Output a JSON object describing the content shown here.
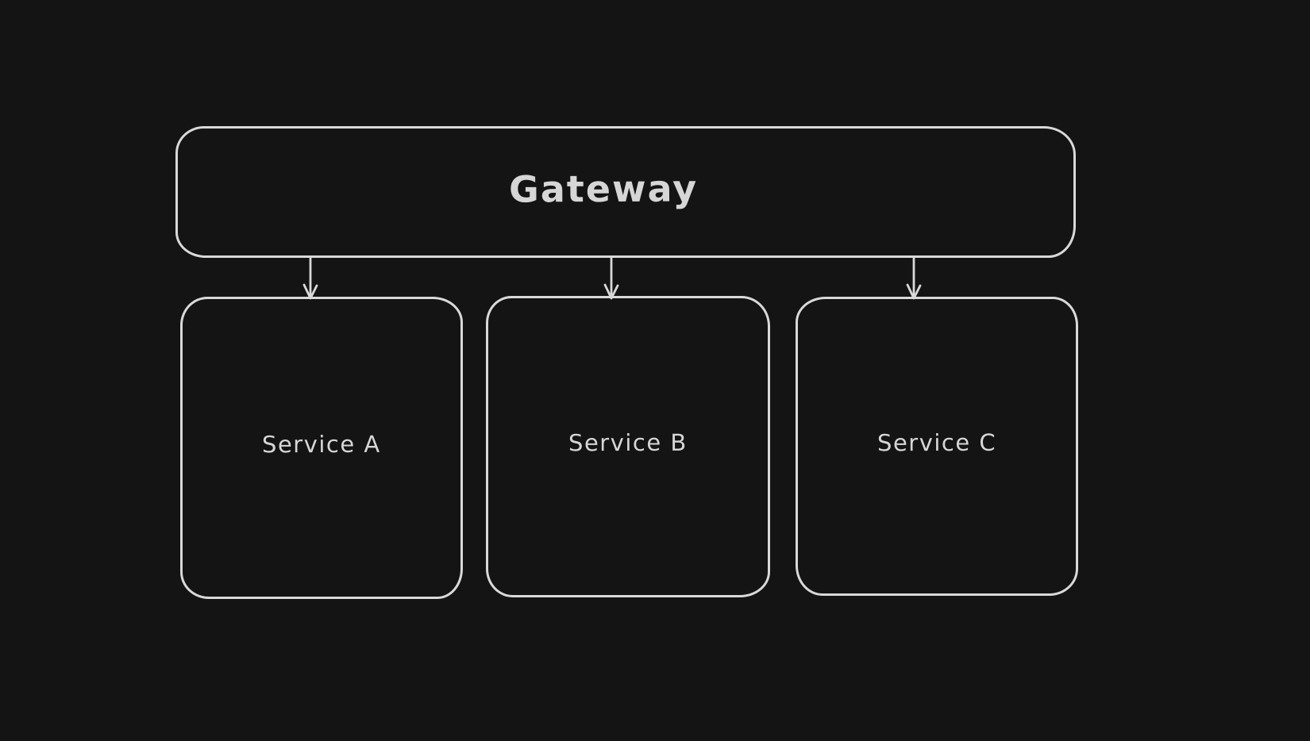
{
  "theme": {
    "canvas-bg": "#141414",
    "stroke": "#d9d9d9",
    "text": "#d6d6d6"
  },
  "diagram": {
    "nodes": {
      "gateway": {
        "label": "Gateway"
      },
      "services": [
        {
          "label": "Service A"
        },
        {
          "label": "Service B"
        },
        {
          "label": "Service C"
        }
      ]
    },
    "edges": [
      {
        "from": "Gateway",
        "to": "Service A"
      },
      {
        "from": "Gateway",
        "to": "Service B"
      },
      {
        "from": "Gateway",
        "to": "Service C"
      }
    ]
  }
}
